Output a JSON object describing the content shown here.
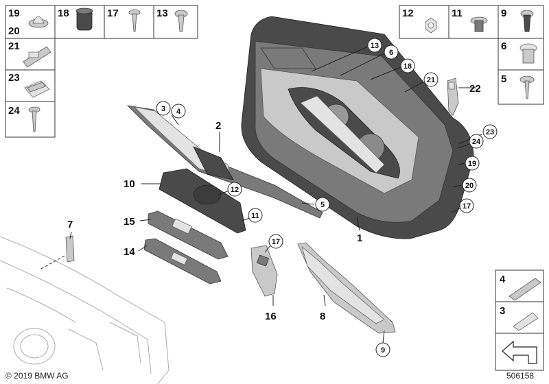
{
  "fasteners_left": [
    {
      "id": "19",
      "sub": "20"
    },
    {
      "id": "18"
    },
    {
      "id": "17"
    },
    {
      "id": "13"
    },
    {
      "id": "21"
    },
    {
      "id": "23"
    },
    {
      "id": "24"
    }
  ],
  "fasteners_right": [
    {
      "id": "12"
    },
    {
      "id": "11"
    },
    {
      "id": "9"
    },
    {
      "id": "6"
    },
    {
      "id": "5"
    }
  ],
  "fasteners_bottom_right": [
    {
      "id": "4"
    },
    {
      "id": "3"
    }
  ],
  "callouts": {
    "c13": "13",
    "c6": "6",
    "c18": "18",
    "c21": "21",
    "c22": "22",
    "c23": "23",
    "c24": "24",
    "c19": "19",
    "c20": "20",
    "c17a": "17",
    "c1": "1",
    "c2": "2",
    "c3": "3",
    "c4": "4",
    "c5": "5",
    "c10": "10",
    "c12": "12",
    "c11": "11",
    "c15": "15",
    "c14": "14",
    "c7": "7",
    "c17b": "17",
    "c16": "16",
    "c8": "8",
    "c9": "9"
  },
  "footer": {
    "copyright": "© 2019 BMW AG",
    "diagram_number": "506158"
  }
}
